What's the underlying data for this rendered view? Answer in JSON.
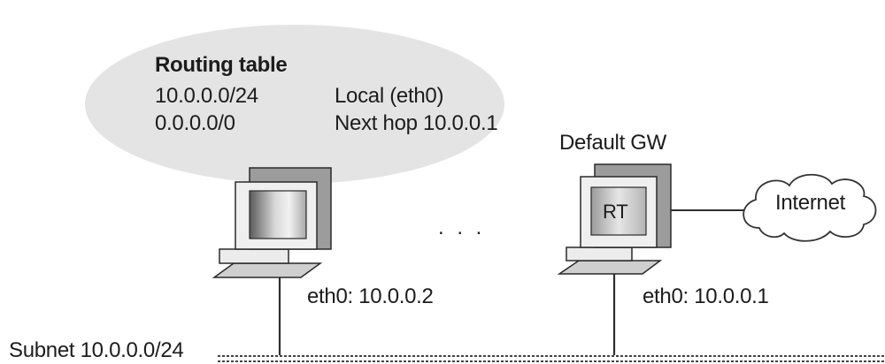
{
  "routing_table": {
    "title": "Routing table",
    "rows": [
      {
        "destination": "10.0.0.0/24",
        "route": "Local (eth0)"
      },
      {
        "destination": "0.0.0.0/0",
        "route": "Next hop 10.0.0.1"
      }
    ]
  },
  "host": {
    "interface_label": "eth0: 10.0.0.2"
  },
  "ellipsis": ". . .",
  "gateway": {
    "title": "Default GW",
    "screen_label": "RT",
    "interface_label": "eth0: 10.0.0.1"
  },
  "cloud": {
    "label": "Internet"
  },
  "subnet": {
    "label": "Subnet 10.0.0.0/24"
  },
  "colors": {
    "ellipse_fill": "#e4e4e4",
    "line": "#2e2e2e",
    "text": "#1c1c1c",
    "bus_dash": "#444444"
  }
}
